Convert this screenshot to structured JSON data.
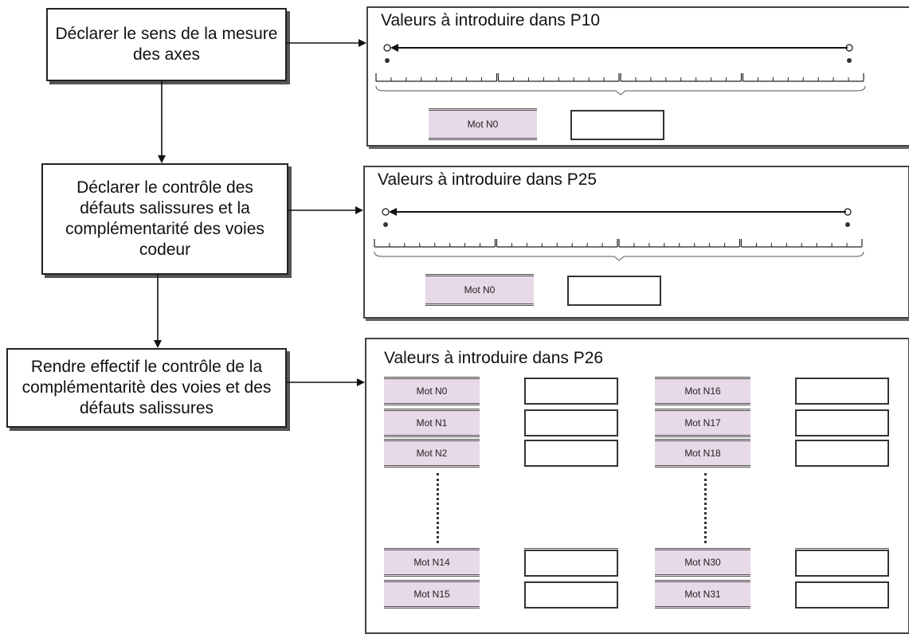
{
  "steps": [
    {
      "id": "step1",
      "label": "Déclarer le sens de la mesure des axes"
    },
    {
      "id": "step2",
      "label": "Déclarer le contrôle des défauts salissures et la complémentarité des voies codeur"
    },
    {
      "id": "step3",
      "label": "Rendre effectif le contrôle de la complémentaritè des voies et des défauts salissures"
    }
  ],
  "panels": {
    "p10": {
      "title": "Valeurs à introduire dans P10",
      "word": "Mot N0"
    },
    "p25": {
      "title": "Valeurs à introduire dans P25",
      "word": "Mot N0"
    },
    "p26": {
      "title": "Valeurs à introduire dans P26",
      "left_words_top": [
        "Mot N0",
        "Mot N1",
        "Mot N2"
      ],
      "left_words_bottom": [
        "Mot N14",
        "Mot N15"
      ],
      "right_words_top": [
        "Mot N16",
        "Mot N17",
        "Mot N18"
      ],
      "right_words_bottom": [
        "Mot N30",
        "Mot N31"
      ]
    }
  },
  "colors": {
    "word_fill": "#e7d9e7",
    "line": "#111111"
  }
}
